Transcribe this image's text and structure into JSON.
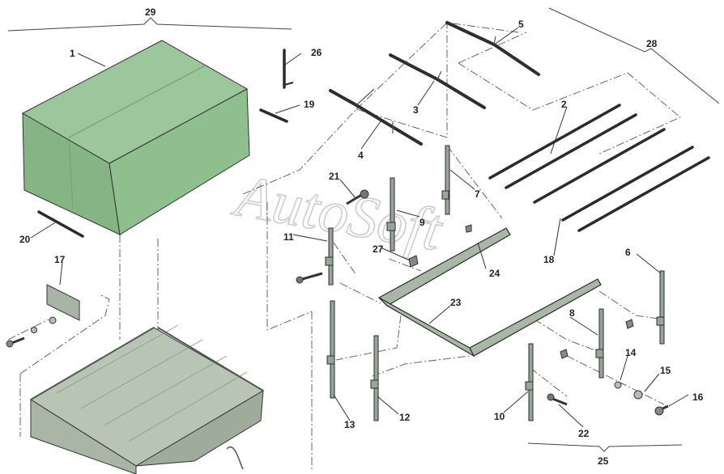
{
  "watermark": "AutoSoft",
  "colors": {
    "tarp": "#9cc79c",
    "tarp_side": "#8fbf8e",
    "tarp_front": "#86b585",
    "body": "#b9c5b4",
    "metal": "#2b2b2b"
  },
  "labels": {
    "p1": "1",
    "p2": "2",
    "p3": "3",
    "p4": "4",
    "p5": "5",
    "p6": "6",
    "p7": "7",
    "p8": "8",
    "p9": "9",
    "p10": "10",
    "p11": "11",
    "p12": "12",
    "p13": "13",
    "p14": "14",
    "p15": "15",
    "p16": "16",
    "p17": "17",
    "p18": "18",
    "p19": "19",
    "p20": "20",
    "p21": "21",
    "p22": "22",
    "p23": "23",
    "p24": "24",
    "p25": "25",
    "p26": "26",
    "p27": "27",
    "p28": "28",
    "p29": "29"
  }
}
